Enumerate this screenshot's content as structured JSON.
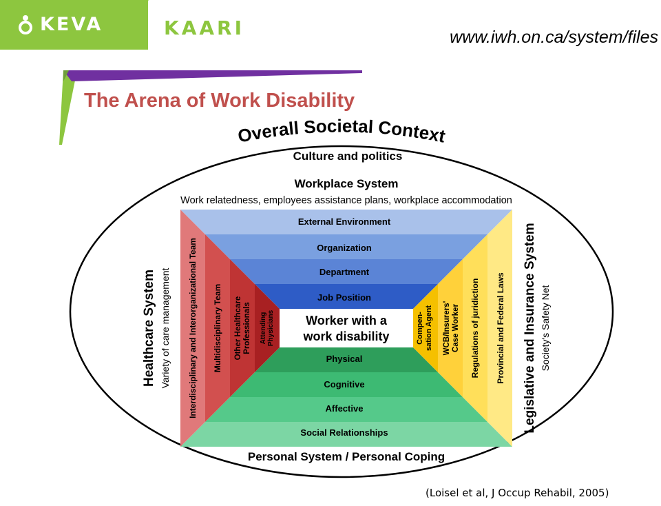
{
  "header": {
    "logo_keva": "KEVA",
    "logo_kaari": "KAARI",
    "url": "www.iwh.on.ca/system/files"
  },
  "slide": {
    "title": "The Arena of Work Disability",
    "citation": "(Loisel et al, J Occup Rehabil, 2005)"
  },
  "diagram": {
    "overall": "Overall Societal Context",
    "culture": "Culture and politics",
    "workplace_title": "Workplace System",
    "workplace_sub": "Work relatedness, employees assistance plans, workplace accommodation",
    "top_layers": [
      "External Environment",
      "Organization",
      "Department",
      "Job Position"
    ],
    "center_line1": "Worker with a",
    "center_line2": "work disability",
    "bottom_layers": [
      "Physical",
      "Cognitive",
      "Affective",
      "Social Relationships"
    ],
    "personal": "Personal System / Personal Coping",
    "healthcare_title": "Healthcare System",
    "healthcare_sub": "Variety of care management",
    "left_layers": [
      {
        "l1": "Interdisciplinary and Interorganizational Team",
        "l2": ""
      },
      {
        "l1": "Multidisciplinary Team",
        "l2": ""
      },
      {
        "l1": "Other Healthcare",
        "l2": "Professionals"
      },
      {
        "l1": "Attending",
        "l2": "Physicians"
      }
    ],
    "legislative_title": "Legislative and Insurance System",
    "legislative_sub": "Society's Safety Net",
    "right_layers": [
      {
        "l1": "Provincial and Federal Laws",
        "l2": ""
      },
      {
        "l1": "Regulations of juridiction",
        "l2": ""
      },
      {
        "l1": "WCB/Insurers'",
        "l2": "Case Worker"
      },
      {
        "l1": "Compen-",
        "l2": "sation Agent"
      }
    ]
  },
  "colors": {
    "brand_green": "#8dc63f",
    "title_red": "#c0504d",
    "blues": [
      "#a9c1ea",
      "#7aa0e0",
      "#5b84d6",
      "#2e5cc6"
    ],
    "greens": [
      "#2e9e5b",
      "#3dba73",
      "#55c98a",
      "#7cd6a4"
    ],
    "reds": [
      "#e0797a",
      "#d2504f",
      "#bf3434",
      "#a82022"
    ],
    "yellows": [
      "#ffe985",
      "#ffdf5a",
      "#ffd13a",
      "#f5c000"
    ]
  }
}
